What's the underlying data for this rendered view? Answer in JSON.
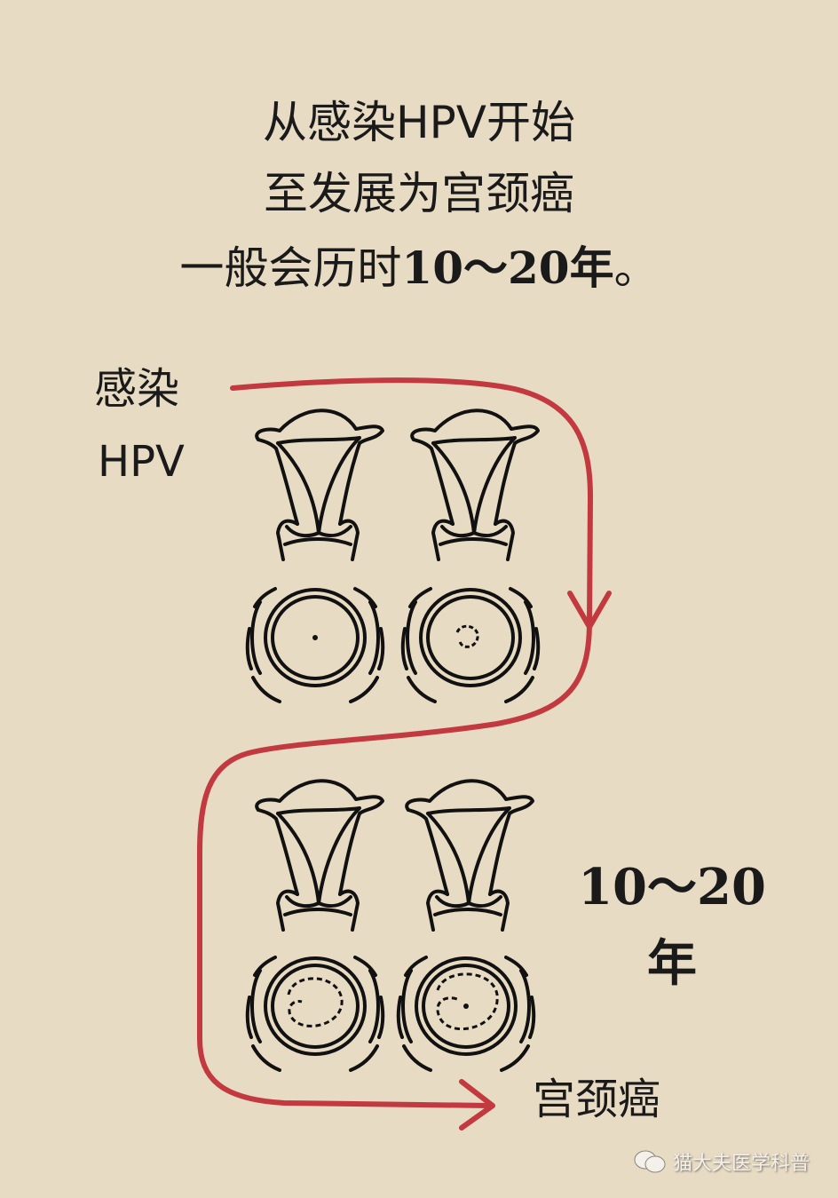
{
  "title": {
    "line1": "从感染HPV开始",
    "line2": "至发展为宫颈癌",
    "line3_prefix": "一般会历时",
    "line3_bold": "10～20年",
    "line3_suffix": "。"
  },
  "labels": {
    "start_line1": "感染",
    "start_line2": "HPV",
    "duration_line1": "10～20",
    "duration_line2": "年",
    "end": "宫颈癌"
  },
  "watermark": {
    "text": "猫大夫医学科普",
    "icon": "wechat-icon"
  },
  "colors": {
    "background": "#e8dbc3",
    "arrow": "#c23a3f",
    "ink": "#111111"
  }
}
